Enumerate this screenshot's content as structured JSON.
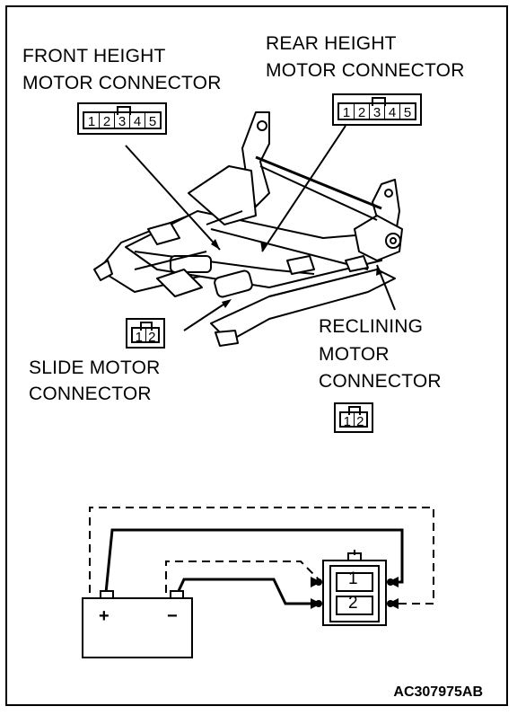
{
  "labels": {
    "front_height": [
      "FRONT HEIGHT",
      "MOTOR CONNECTOR"
    ],
    "rear_height": [
      "REAR HEIGHT",
      "MOTOR CONNECTOR"
    ],
    "slide": [
      "SLIDE MOTOR",
      "CONNECTOR"
    ],
    "reclining": [
      "RECLINING",
      "MOTOR",
      "CONNECTOR"
    ]
  },
  "connector_pins_5": [
    "1",
    "2",
    "3",
    "4",
    "5"
  ],
  "connector_pins_2": [
    "1",
    "2"
  ],
  "battery": {
    "positive": "+",
    "negative": "−"
  },
  "motor_terminals": [
    "1",
    "2"
  ],
  "figure_code": "AC307975AB"
}
